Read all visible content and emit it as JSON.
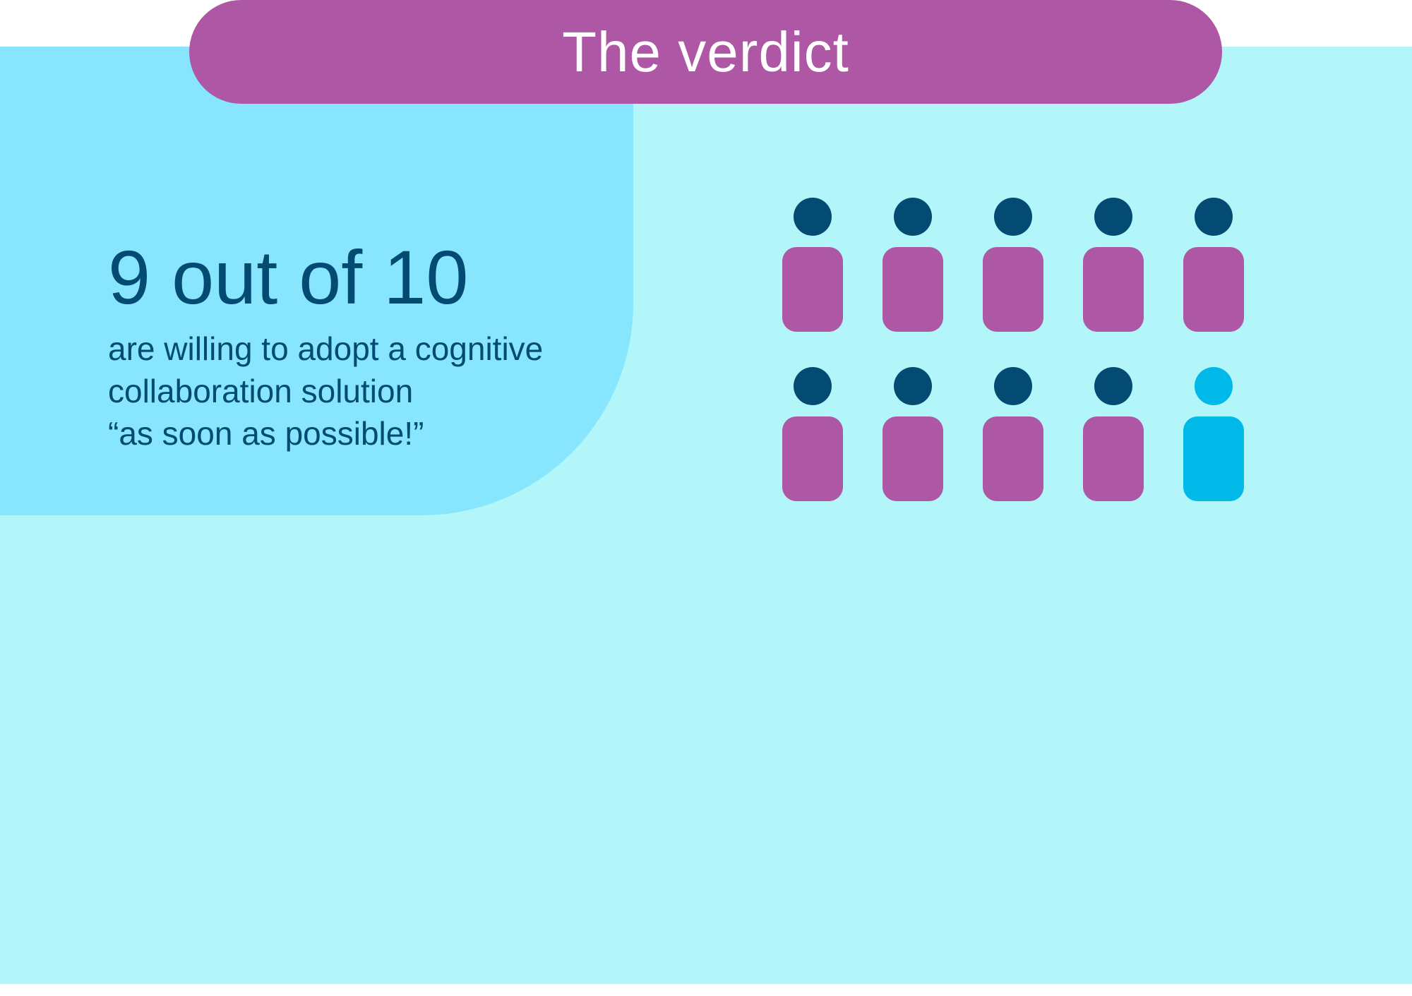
{
  "header": {
    "title": "The verdict"
  },
  "stat": {
    "headline": "9 out of 10",
    "description_lines": [
      "are willing to adopt a cognitive",
      "collaboration solution",
      "“as soon as possible!”"
    ]
  },
  "pictogram": {
    "total": 10,
    "highlighted": 9,
    "columns": 5,
    "colors": {
      "highlighted_body": "#ae57a5",
      "highlighted_head": "#034b73",
      "other": "#00b9e8"
    }
  },
  "colors": {
    "background": "#b2f6fa",
    "blob": "#87e6fd",
    "title_pill": "#ae57a5",
    "text": "#034b73"
  }
}
